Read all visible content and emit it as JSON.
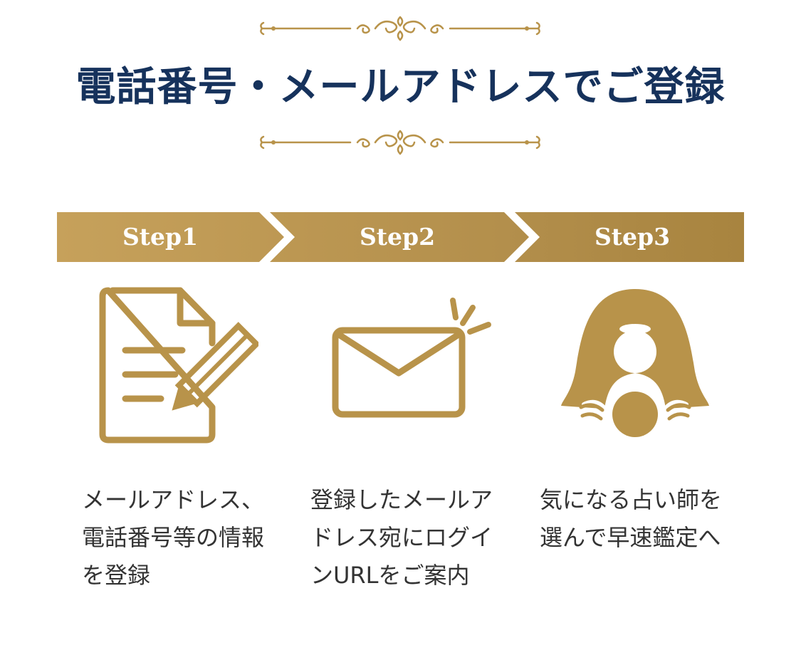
{
  "header": {
    "title": "電話番号・メールアドレスでご登録"
  },
  "steps": [
    {
      "label": "Step1",
      "icon": "document-pencil-icon",
      "description": "メールアドレス、電話番号等の情報を登録"
    },
    {
      "label": "Step2",
      "icon": "envelope-icon",
      "description": "登録したメールアドレス宛にログインURLをご案内"
    },
    {
      "label": "Step3",
      "icon": "fortune-teller-icon",
      "description": "気になる占い師を選んで早速鑑定へ"
    }
  ],
  "colors": {
    "gold": "#b8934a",
    "gold_light": "#c6a15b",
    "gold_dark": "#a8843f",
    "title_navy": "#16325c",
    "text": "#333333"
  }
}
